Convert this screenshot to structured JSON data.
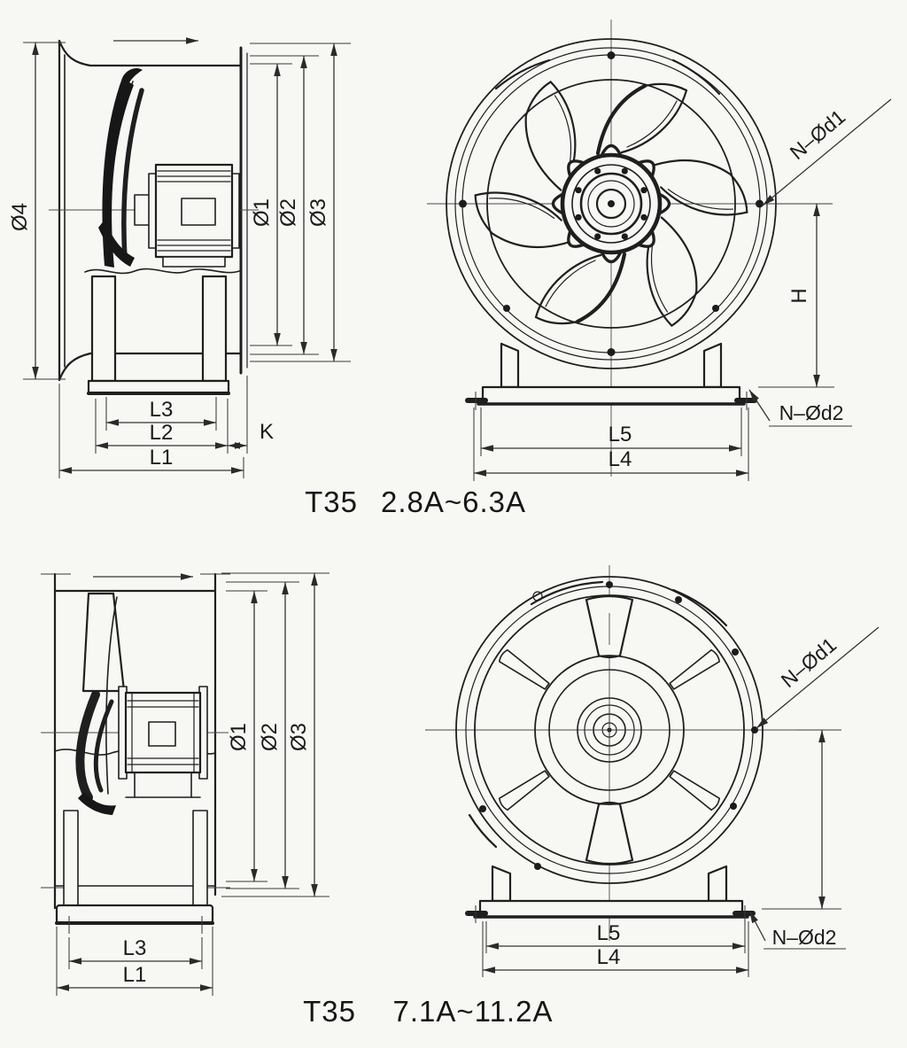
{
  "colors": {
    "paper": "#f7f7f4",
    "ink": "#1f1f1f",
    "dimension_lines": "#3a3a3a"
  },
  "figures": [
    {
      "model": "T35",
      "range": "2.8A~6.3A",
      "side": {
        "dia4": "Ø4",
        "dia1": "Ø1",
        "dia2": "Ø2",
        "dia3": "Ø3",
        "l3": "L3",
        "l2": "L2",
        "k": "K",
        "l1": "L1"
      },
      "front": {
        "bolt_flange": "N–Ød1",
        "height": "H",
        "l5": "L5",
        "l4": "L4",
        "bolt_base": "N–Ød2"
      }
    },
    {
      "model": "T35",
      "range": "7.1A~11.2A",
      "side": {
        "dia1": "Ø1",
        "dia2": "Ø2",
        "dia3": "Ø3",
        "l3": "L3",
        "l1": "L1"
      },
      "front": {
        "bolt_flange": "N–Ød1",
        "l5": "L5",
        "l4": "L4",
        "bolt_base": "N–Ød2"
      }
    }
  ]
}
